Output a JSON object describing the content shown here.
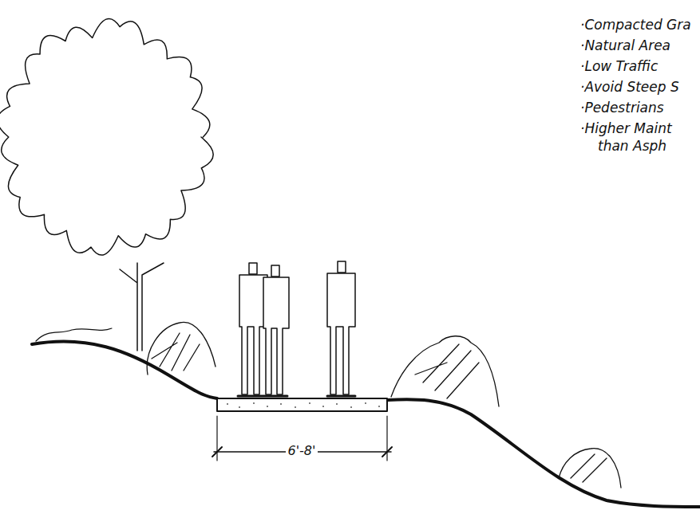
{
  "diagram": {
    "labels": [
      "·Compacted Gra",
      "·Natural Area",
      "·Low Traffic",
      "·Avoid Steep S",
      "·Pedestrians",
      "·Higher Maint than Asph",
      "6'-8'"
    ]
  }
}
